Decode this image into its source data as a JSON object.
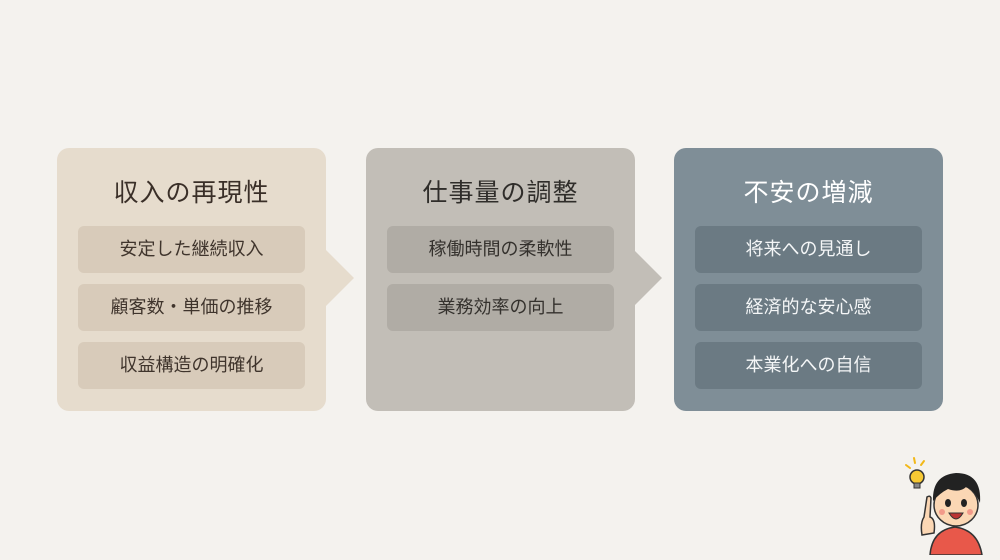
{
  "cards": [
    {
      "title": "収入の再現性",
      "items": [
        "安定した継続収入",
        "顧客数・単価の推移",
        "収益構造の明確化"
      ],
      "color": "#e6dccd"
    },
    {
      "title": "仕事量の調整",
      "items": [
        "稼働時間の柔軟性",
        "業務効率の向上"
      ],
      "color": "#c2beb7"
    },
    {
      "title": "不安の増減",
      "items": [
        "将来への見通し",
        "経済的な安心感",
        "本業化への自信"
      ],
      "color": "#7f8e97"
    }
  ],
  "mascot": {
    "icon": "boy-with-lightbulb-icon"
  }
}
